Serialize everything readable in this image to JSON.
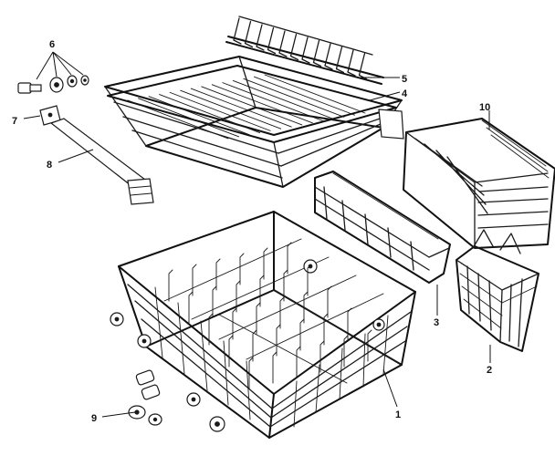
{
  "callouts": {
    "c1": "1",
    "c2": "2",
    "c3": "3",
    "c4": "4",
    "c5": "5",
    "c6": "6",
    "c7": "7",
    "c8": "8",
    "c9": "9",
    "c10": "10"
  },
  "colors": {
    "ink": "#1a1a1a",
    "paper": "#ffffff"
  }
}
